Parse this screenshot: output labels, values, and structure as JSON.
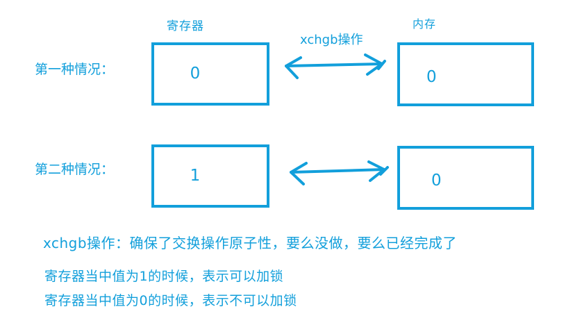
{
  "colors": {
    "accent": "#129fdb",
    "background": "#ffffff"
  },
  "headers": {
    "register_label": "寄存器",
    "memory_label": "内存",
    "operation_label": "xchgb操作"
  },
  "cases": [
    {
      "label": "第一种情况：",
      "register_value": "0",
      "memory_value": "0"
    },
    {
      "label": "第二种情况：",
      "register_value": "1",
      "memory_value": "0"
    }
  ],
  "notes": [
    "xchgb操作：确保了交换操作原子性，要么没做，要么已经完成了",
    "寄存器当中值为1的时候，表示可以加锁",
    "寄存器当中值为0的时候，表示不可以加锁"
  ]
}
